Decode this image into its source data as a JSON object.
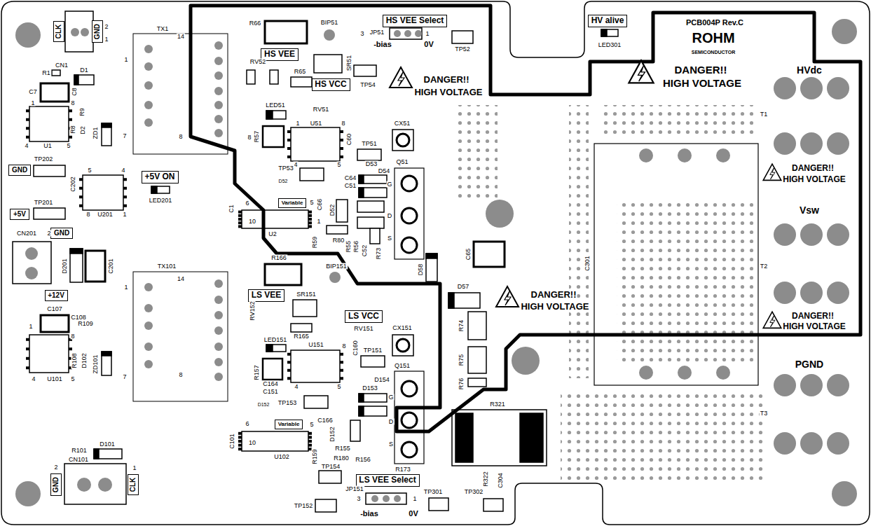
{
  "diagram": {
    "nodes": [
      {
        "text": [
          "HS VEE Select"
        ]
      },
      {
        "text": [
          "HV alive"
        ]
      },
      {
        "text": [
          "HS VEE"
        ]
      },
      {
        "text": [
          "HS VCC"
        ]
      },
      {
        "text": [
          "+5V ON"
        ]
      },
      {
        "text": [
          "GND"
        ]
      },
      {
        "text": [
          "+5V"
        ]
      },
      {
        "text": [
          "GND"
        ]
      },
      {
        "text": [
          "+12V"
        ]
      },
      {
        "text": [
          "LS VEE"
        ]
      },
      {
        "text": [
          "LS VCC"
        ]
      },
      {
        "text": [
          "LS VEE Select"
        ]
      },
      {
        "text": [
          "CLK"
        ]
      },
      {
        "text": [
          "GND"
        ]
      },
      {
        "text": [
          "GND"
        ]
      },
      {
        "text": [
          "CLK"
        ]
      },
      {
        "text": [
          "Variable"
        ]
      },
      {
        "text": [
          "Variable"
        ]
      }
    ],
    "labels": [
      "2",
      "1",
      "CN1",
      "R1",
      "D1",
      "C7",
      "C8",
      "8",
      "1",
      "R9",
      "4",
      "U1",
      "5",
      "R8",
      "D2",
      "ZD1",
      "7",
      "1",
      "TX1",
      "14",
      "8",
      "TP202",
      "C202",
      "5",
      "4",
      "8",
      "U201",
      "1",
      "LED201",
      "TP201",
      "CN201",
      "2",
      "D201",
      "C201",
      "TX101",
      "1",
      "14",
      "8",
      "7",
      "C107",
      "C108",
      "1",
      "R109",
      "8",
      "4",
      "U101",
      "5",
      "R108",
      "D102",
      "ZD101",
      "R101",
      "D101",
      "CN101",
      "2",
      "1",
      "R66",
      "BIP51",
      "JP51",
      "3",
      "1",
      "-bias",
      "0V",
      "TP52",
      "RV52",
      "SR51",
      "R65",
      "TP54",
      "DANGER!!",
      "HIGH VOLTAGE",
      "LED51",
      "RV51",
      "R57",
      "8",
      "1",
      "U51",
      "8",
      "C60",
      "4",
      "5",
      "TP51",
      "CX51",
      "Q51",
      "TP53",
      "D53",
      "D54",
      "C64",
      "C51",
      "G",
      "D52",
      "6",
      "5",
      "C66",
      "C1",
      "10",
      "U2",
      "1",
      "D52",
      "R59",
      "R80",
      "R55",
      "R56",
      "D",
      "C52",
      "R73",
      "S",
      "D58",
      "C65",
      "D57",
      "DANGER!!",
      "HIGH VOLTAGE",
      "R74",
      "R75",
      "R76",
      "R321",
      "R166",
      "BIP151",
      "SR151",
      "RV152",
      "RV151",
      "CX151",
      "R165",
      "LED151",
      "U151",
      "8",
      "C160",
      "TP151",
      "Q151",
      "R157",
      "4",
      "5",
      "C164",
      "C151",
      "D154",
      "D153",
      "G",
      "D152",
      "TP153",
      "6",
      "5",
      "C166",
      "C101",
      "D152",
      "10",
      "U102",
      "D",
      "R155",
      "S",
      "R180",
      "R159",
      "R156",
      "R173",
      "TP154",
      "JP151",
      "3",
      "1",
      "-bias",
      "0V",
      "TP152",
      "TP301",
      "TP302",
      "R322",
      "C304",
      "LED301",
      "PCB004P Rev.C",
      "ROHM",
      "SEMICONDUCTOR",
      "DANGER!!",
      "HIGH VOLTAGE",
      "HVdc",
      "T1",
      "DANGER!!",
      "HIGH VOLTAGE",
      "Vsw",
      "C301",
      "T2",
      "DANGER!!",
      "HIGH VOLTAGE",
      "PGND",
      "T3"
    ]
  }
}
